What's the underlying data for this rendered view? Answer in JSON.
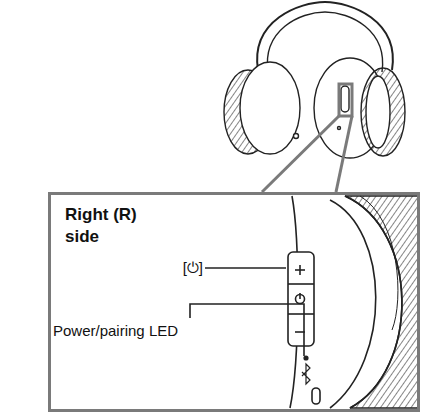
{
  "diagram": {
    "nodes": [
      {
        "text": [
          "Right (R) side"
        ]
      }
    ],
    "labels": [
      "[⏻]",
      "Power/pairing LED"
    ]
  }
}
